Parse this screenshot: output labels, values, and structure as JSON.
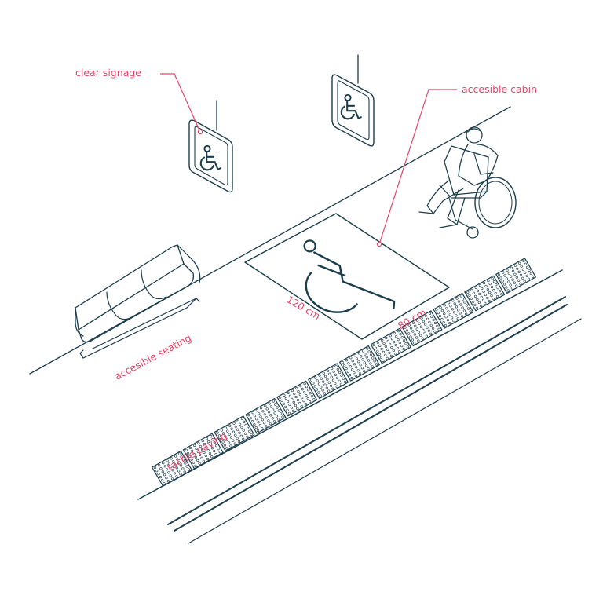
{
  "labels": {
    "clear_signage": "clear signage",
    "accessible_cabin": "accesible cabin",
    "accessible_seating": "accesible seating",
    "tactile_paving": "tactile paving",
    "dim_length": "120 cm",
    "dim_width": "80 cm"
  },
  "colors": {
    "line": "#1c3d4c",
    "annotation": "#e5476a",
    "background": "#ffffff"
  },
  "icons": {
    "sign": "wheelchair-icon",
    "floor_marking": "wheelchair-icon",
    "person": "wheelchair-user-figure",
    "bench": "bench-icon"
  }
}
